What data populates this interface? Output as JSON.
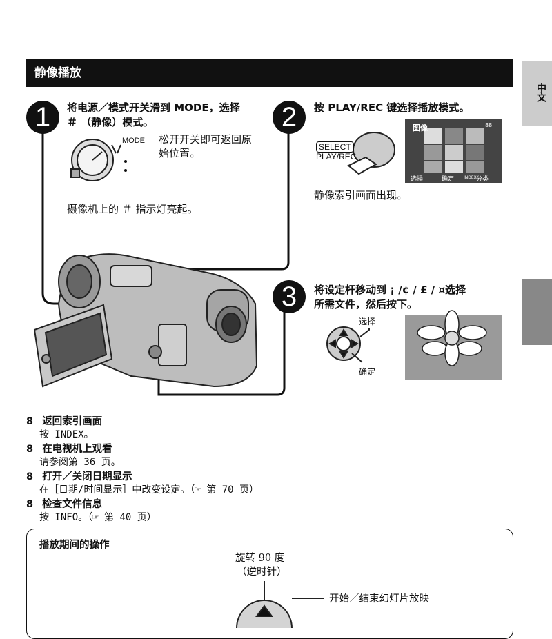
{
  "header": {
    "title": "静像播放"
  },
  "side_tab": {
    "label": "中文"
  },
  "step1": {
    "number": "1",
    "line1": "将电源／模式开关滑到 MODE，选择",
    "line2": "＃ （静像）模式。",
    "switch_label": "MODE",
    "note_line1": "松开开关即可返回原",
    "note_line2": "始位置。",
    "indicator": "摄像机上的 ＃  指示灯亮起。"
  },
  "step2": {
    "number": "2",
    "instruction": "按 PLAY/REC 键选择播放模式。",
    "button_line1": "SELECT",
    "button_line2": "PLAY/REC",
    "screen_title": "图像",
    "screen_count": "88",
    "screen_select": "选择",
    "screen_confirm": "确定",
    "screen_index": "INDEX",
    "screen_sort": "分类",
    "result": "静像索引画面出现。"
  },
  "step3": {
    "number": "3",
    "line1": "将设定杆移动到 ¡ /¢ / £ / ¤选择",
    "line2": "所需文件，然后按下。",
    "select_label": "选择",
    "confirm_label": "确定"
  },
  "bullets": [
    {
      "marker": "8",
      "title": "返回索引画面",
      "body": "按 INDEX。"
    },
    {
      "marker": "8",
      "title": "在电视机上观看",
      "body": "请参阅第 36 页。"
    },
    {
      "marker": "8",
      "title": "打开／关闭日期显示",
      "body": "在［日期/时间显示］中改变设定。（☞ 第 70 页）"
    },
    {
      "marker": "8",
      "title": "检查文件信息",
      "body": "按 INFO。（☞ 第 40 页）"
    }
  ],
  "operations": {
    "title": "播放期间的操作",
    "rotate_line1": "旋转 90 度",
    "rotate_line2": "（逆时针）",
    "slideshow": "开始／结束幻灯片放映"
  }
}
